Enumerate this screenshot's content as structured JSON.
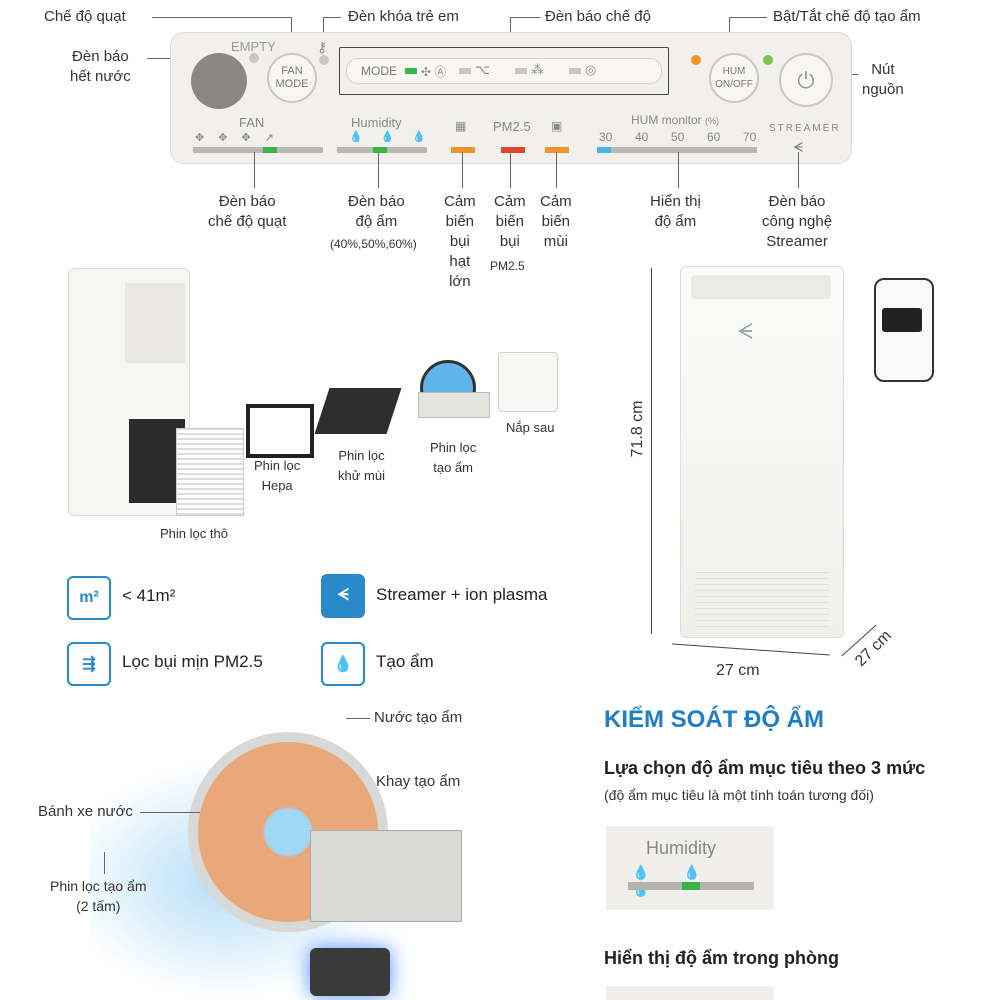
{
  "panel_callouts": {
    "fan_mode": "Chế độ quạt",
    "empty_lamp": "Đèn báo\nhết nước",
    "child_lock": "Đèn khóa trẻ em",
    "mode_lamp": "Đèn báo chế độ",
    "hum_toggle": "Bật/Tắt chế độ tạo ẩm",
    "power": "Nút\nnguồn",
    "fan_indicator": "Đèn báo\nchế độ quạt",
    "humidity_indicator": "Đèn báo\nđộ ẩm",
    "humidity_levels": "(40%,50%,60%)",
    "dust_sensor": "Cảm\nbiến\nbụi\nhạt\nlớn",
    "pm25_sensor": "Cảm\nbiến\nbụi",
    "pm25_small": "PM2.5",
    "odor_sensor": "Cảm\nbiến\nmùi",
    "humidity_display": "Hiển thị\nđộ ẩm",
    "streamer_indicator": "Đèn báo\ncông nghệ\nStreamer"
  },
  "panel": {
    "empty": "EMPTY",
    "fan_btn": "FAN\nMODE",
    "mode": "MODE",
    "hum_btn": "HUM\nON/OFF",
    "fan": "FAN",
    "humidity": "Humidity",
    "pm25": "PM2.5",
    "hum_monitor": "HUM monitor",
    "hum_unit": "(%)",
    "hum_scale": [
      "30",
      "40",
      "50",
      "60",
      "70"
    ],
    "streamer": "STREAMER"
  },
  "parts": {
    "coarse": "Phin lọc thô",
    "hepa": "Phin lọc\nHepa",
    "deodor": "Phin lọc\nkhử mùi",
    "humid": "Phin lọc\ntạo ẩm",
    "back": "Nắp sau"
  },
  "dimensions": {
    "height": "71.8 cm",
    "width": "27 cm",
    "depth": "27 cm"
  },
  "features": {
    "area": "< 41m²",
    "area_icon": "m²",
    "streamer": "Streamer + ion plasma",
    "pm": "Lọc bụi mịn PM2.5",
    "humidify": "Tạo ẩm"
  },
  "diagram": {
    "water": "Nước tạo ẩm",
    "tray": "Khay tạo ẩm",
    "wheel": "Bánh xe nước",
    "filter": "Phin lọc tạo ẩm\n(2 tấm)"
  },
  "humidity_control": {
    "title": "KIỂM SOÁT ĐỘ ẨM",
    "subtitle": "Lựa chọn độ ẩm mục tiêu theo 3 mức",
    "note": "(độ ẩm mục tiêu là một tính toán tương đối)",
    "card_label": "Humidity",
    "room_title": "Hiển thị độ ẩm trong phòng"
  },
  "colors": {
    "accent_blue": "#1f7fc4",
    "green": "#3ab54a",
    "orange": "#f0932b",
    "red": "#e2462b",
    "lightblue": "#4ab3e8"
  }
}
